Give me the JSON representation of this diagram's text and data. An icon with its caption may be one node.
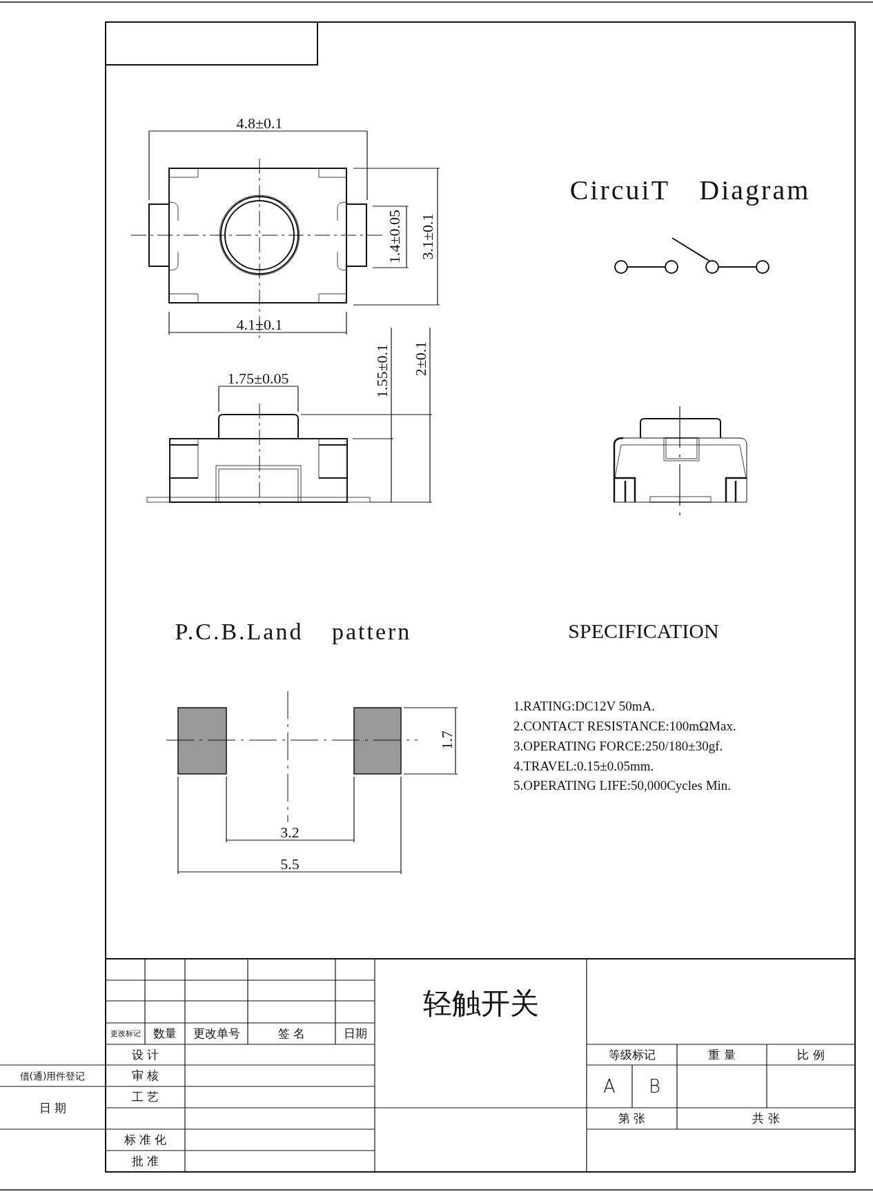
{
  "diagram": {
    "labels": [
      "4.8±0.1",
      "1.4±0.05",
      "3.1±0.1",
      "4.1±0.1",
      "CircuiT Diagram",
      "1.75±0.05",
      "1.55±0.1",
      "2±0.1",
      "P.C.B.Land pattern",
      "SPECIFICATION",
      "1.RATING:DC12V 50mA.",
      "2.CONTACT RESISTANCE:100mΩMax.",
      "3.OPERATING FORCE:250/180±30gf.",
      "4.TRAVEL:0.15±0.05mm.",
      "5.OPERATING LIFE:50,000Cycles Min.",
      "1.7",
      "3.2",
      "5.5",
      "更改标记",
      "数量",
      "更改单号",
      "签 名",
      "日期",
      "设 计",
      "审 核",
      "工 艺",
      "标 准 化",
      "批 准",
      "借(通)用件登记",
      "日 期",
      "轻触开关",
      "等级标记",
      "重 量",
      "比 例",
      "A",
      "B",
      "第 张",
      "共 张"
    ]
  }
}
